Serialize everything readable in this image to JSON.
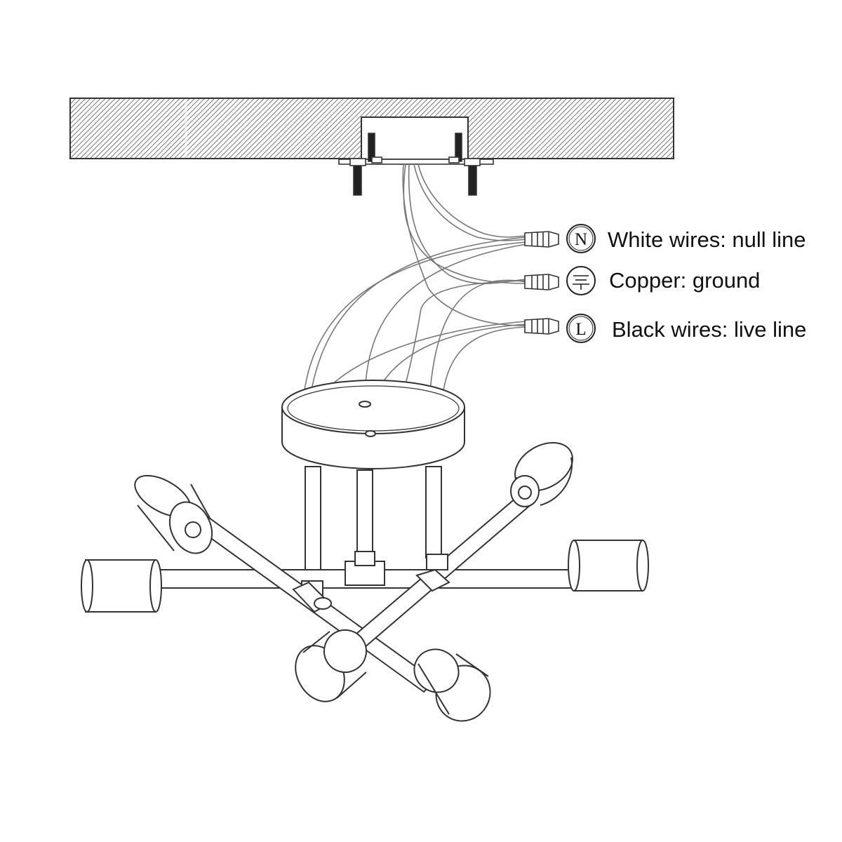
{
  "colors": {
    "line": "#333333",
    "wire": "#777777",
    "ceiling_hatch": "#555555",
    "background": "#ffffff"
  },
  "legend": [
    {
      "key": "neutral",
      "symbol": "N",
      "text": "White wires: null line"
    },
    {
      "key": "ground",
      "symbol": "ground-icon",
      "text": "Copper: ground"
    },
    {
      "key": "live",
      "symbol": "L",
      "text": "Black wires: live line"
    }
  ]
}
